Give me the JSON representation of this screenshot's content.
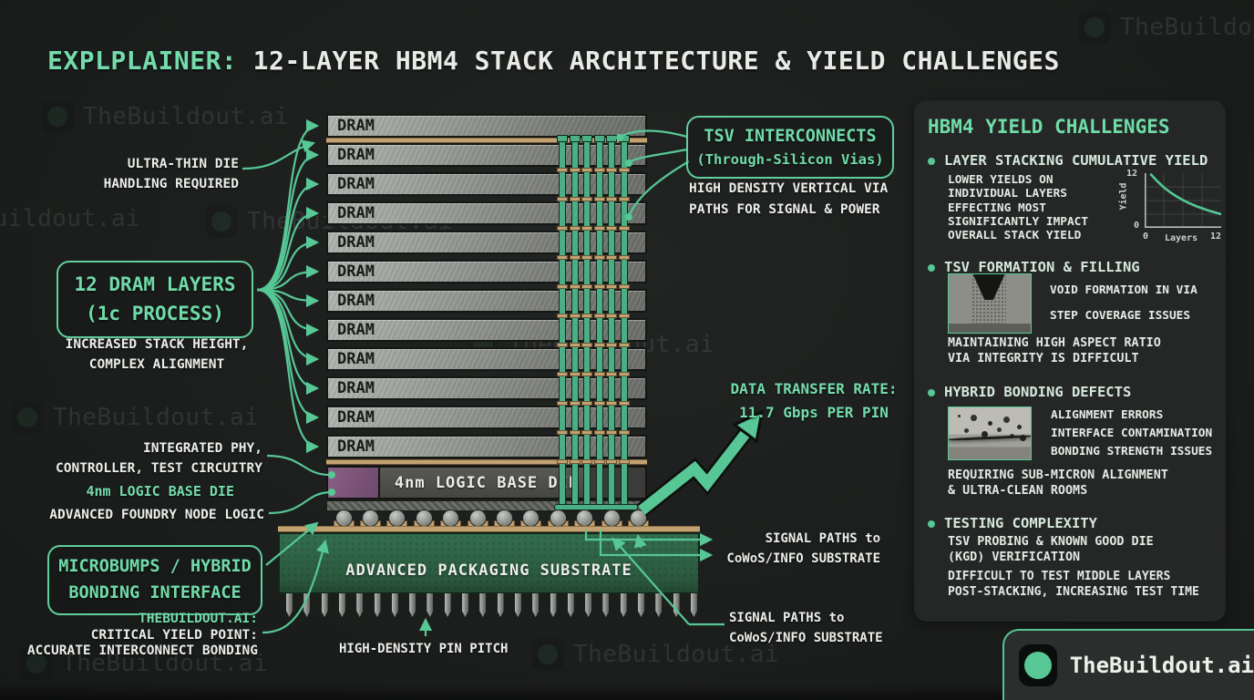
{
  "accent": {
    "green_line": "#57c795",
    "green_text": "#74dcab",
    "tan": "#c2a173",
    "white": "#eceee9"
  },
  "title": {
    "prefix": "EXPLPLAINER:",
    "rest": " 12-LAYER HBM4 STACK ARCHITECTURE & YIELD CHALLENGES"
  },
  "watermark": {
    "brand": "TheBuildout.ai"
  },
  "diagram": {
    "stack": {
      "dram_layers": [
        "DRAM",
        "DRAM",
        "DRAM",
        "DRAM",
        "DRAM",
        "DRAM",
        "DRAM",
        "DRAM",
        "DRAM",
        "DRAM",
        "DRAM",
        "DRAM"
      ],
      "logic_die_label": "4nm LOGIC BASE DIE",
      "substrate_label": "ADVANCED PACKAGING SUBSTRATE"
    },
    "callouts_left": {
      "ultra_thin": [
        "ULTRA-THIN DIE",
        "HANDLING REQUIRED"
      ],
      "dram_box": [
        "12 DRAM LAYERS",
        "(1c PROCESS)"
      ],
      "stack_note": [
        "INCREASED STACK HEIGHT,",
        "COMPLEX ALIGNMENT"
      ],
      "phy_note": [
        "INTEGRATED PHY,",
        "CONTROLLER, TEST CIRCUITRY"
      ],
      "logic_note": "4nm LOGIC BASE DIE",
      "foundry_note": "ADVANCED FOUNDRY NODE LOGIC",
      "microbumps_box": [
        "MICROBUMPS / HYBRID",
        "BONDING INTERFACE"
      ],
      "brand_note": "THEBUILDOUT.AI:",
      "critical_note": "CRITICAL YIELD POINT:",
      "bonding_note": "ACCURATE INTERCONNECT BONDING"
    },
    "callouts_right": {
      "tsv_box": [
        "TSV INTERCONNECTS",
        "(Through-Silicon Vias)"
      ],
      "tsv_note": [
        "HIGH DENSITY VERTICAL VIA",
        "PATHS FOR SIGNAL & POWER"
      ],
      "data_rate": [
        "DATA TRANSFER RATE:",
        "11.7 Gbps PER PIN"
      ],
      "signal_top": [
        "SIGNAL PATHS to",
        "CoWoS/INFO SUBSTRATE"
      ],
      "signal_bottom": [
        "SIGNAL PATHS to",
        "CoWoS/INFO SUBSTRATE"
      ],
      "pin_pitch": "HIGH-DENSITY PIN PITCH"
    }
  },
  "panel": {
    "title": "HBM4 YIELD CHALLENGES",
    "sections": [
      {
        "header": "LAYER STACKING CUMULATIVE YIELD",
        "body": [
          "LOWER YIELDS ON",
          "INDIVIDUAL LAYERS",
          "EFFECTING MOST",
          "SIGNIFICANTLY IMPACT",
          "OVERALL STACK YIELD"
        ]
      },
      {
        "header": "TSV FORMATION & FILLING",
        "callouts": [
          "VOID FORMATION IN VIA",
          "STEP COVERAGE ISSUES"
        ],
        "body": [
          "MAINTAINING HIGH ASPECT RATIO",
          "VIA INTEGRITY IS DIFFICULT"
        ]
      },
      {
        "header": "HYBRID BONDING DEFECTS",
        "callouts": [
          "ALIGNMENT ERRORS",
          "INTERFACE CONTAMINATION",
          "BONDING STRENGTH ISSUES"
        ],
        "body": [
          "REQUIRING SUB-MICRON ALIGNMENT",
          "& ULTRA-CLEAN ROOMS"
        ]
      },
      {
        "header": "TESTING COMPLEXITY",
        "body1": [
          "TSV PROBING & KNOWN GOOD DIE",
          "(KGD) VERIFICATION"
        ],
        "body2": [
          "DIFFICULT TO TEST MIDDLE LAYERS",
          "POST-STACKING, INCREASING TEST TIME"
        ]
      }
    ]
  },
  "chart_data": {
    "type": "line",
    "title": "LAYER STACKING CUMULATIVE YIELD",
    "xlabel": "Layers",
    "ylabel": "Yield",
    "xlim": [
      0,
      12
    ],
    "ylim": [
      0,
      12
    ],
    "x": [
      1,
      2,
      3,
      4,
      5,
      6,
      7,
      8,
      9,
      10,
      11,
      12
    ],
    "values": [
      11.7,
      10.2,
      8.9,
      7.8,
      6.9,
      6.1,
      5.4,
      4.8,
      4.3,
      3.8,
      3.4,
      3.0
    ],
    "grid": true,
    "legend": false
  },
  "logo_card": {
    "brand": "TheBuildout.ai"
  }
}
